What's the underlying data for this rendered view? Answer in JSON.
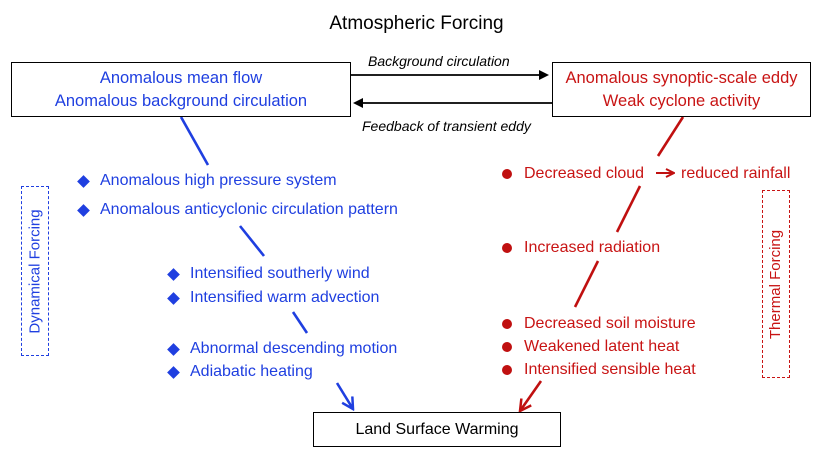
{
  "title": "Atmospheric Forcing",
  "left_box": {
    "line1": "Anomalous mean flow",
    "line2": "Anomalous background circulation"
  },
  "right_box": {
    "line1": "Anomalous synoptic-scale eddy",
    "line2": "Weak cyclone activity"
  },
  "arrow_labels": {
    "top": "Background circulation",
    "bottom": "Feedback of transient eddy"
  },
  "dynamical": {
    "label": "Dynamical Forcing",
    "items": [
      "Anomalous high pressure system",
      "Anomalous anticyclonic circulation pattern",
      "Intensified southerly wind",
      "Intensified warm advection",
      "Abnormal descending motion",
      "Adiabatic heating"
    ]
  },
  "thermal": {
    "label": "Thermal Forcing",
    "items": [
      "Decreased cloud",
      "reduced rainfall",
      "Increased radiation",
      "Decreased soil moisture",
      "Weakened latent heat",
      "Intensified sensible heat"
    ]
  },
  "bottom_box": "Land Surface Warming",
  "colors": {
    "blue": "#1f3fe0",
    "red": "#c81414",
    "black": "#000000"
  }
}
